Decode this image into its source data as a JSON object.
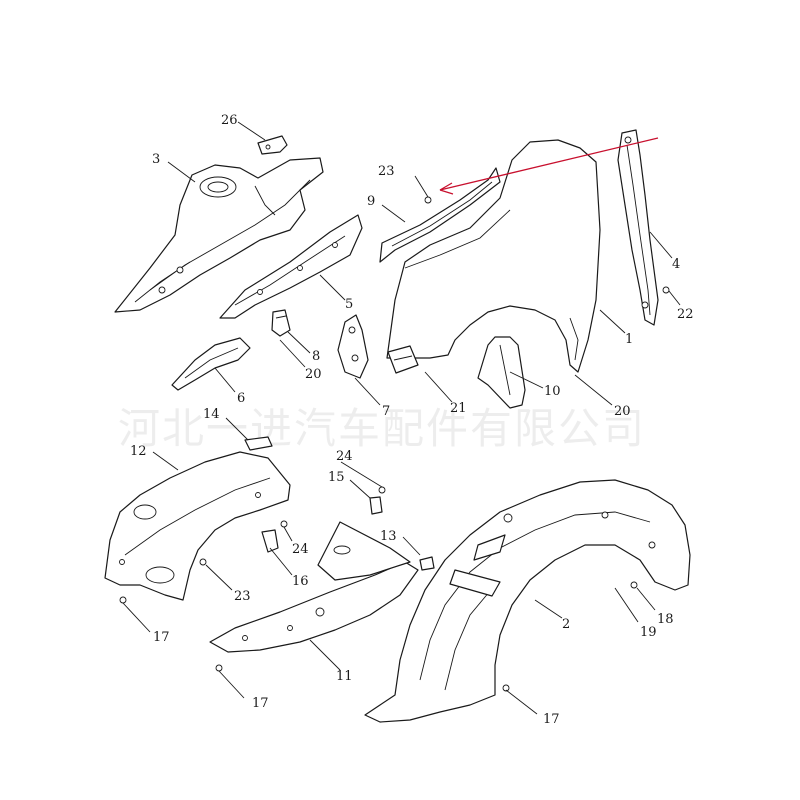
{
  "watermark": "河北一进汽车配件有限公司",
  "callouts": {
    "c1": "1",
    "c2": "2",
    "c3": "3",
    "c4": "4",
    "c5": "5",
    "c6": "6",
    "c7": "7",
    "c8": "8",
    "c9": "9",
    "c10": "10",
    "c11": "11",
    "c12": "12",
    "c13": "13",
    "c14": "14",
    "c15": "15",
    "c16": "16",
    "c17a": "17",
    "c17b": "17",
    "c17c": "17",
    "c18": "18",
    "c19": "19",
    "c20a": "20",
    "c20b": "20",
    "c21": "21",
    "c22": "22",
    "c23a": "23",
    "c23b": "23",
    "c24a": "24",
    "c24b": "24",
    "c26": "26"
  },
  "colors": {
    "line": "#1a1a1a",
    "annotation_arrow": "#c8102e"
  },
  "icons": {
    "annotation": "red-arrow-icon"
  }
}
